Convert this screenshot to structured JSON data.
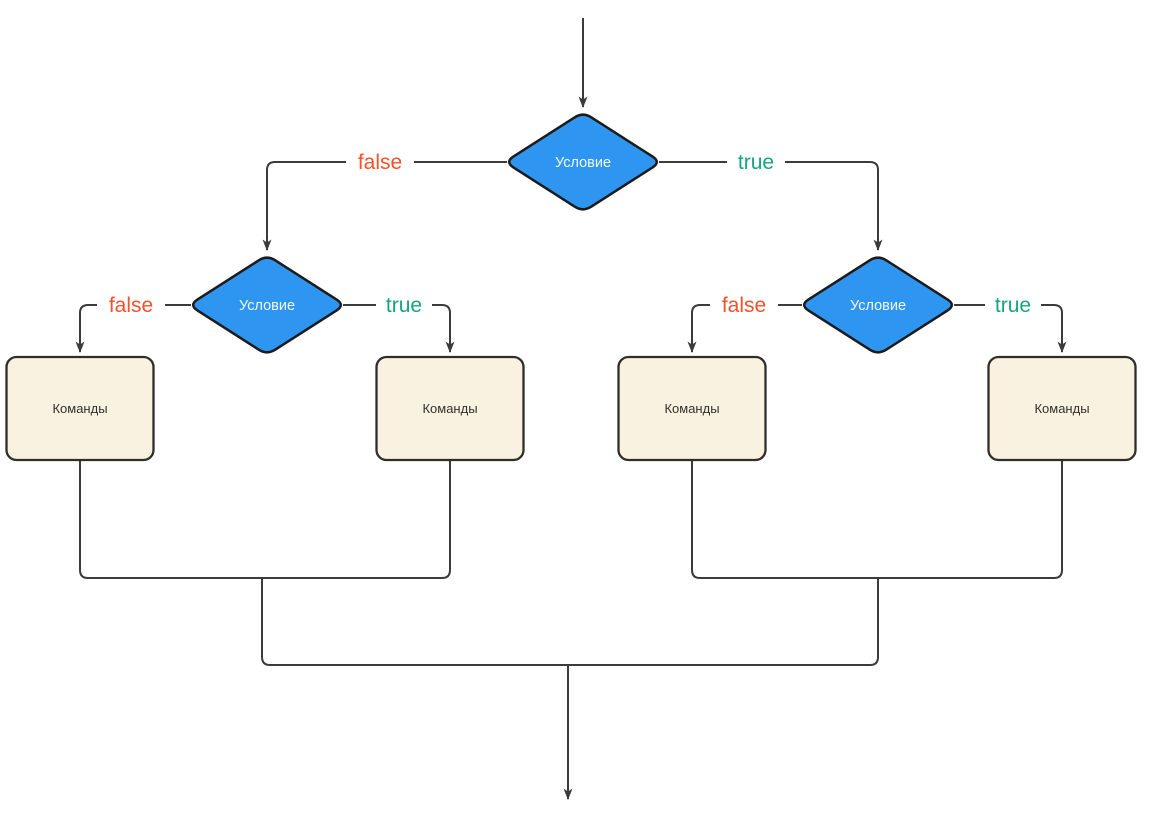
{
  "diagram": {
    "type": "flowchart",
    "language": "ru",
    "colors": {
      "canvas_bg": "#ffffff",
      "edge": "#3b3b3b",
      "decision_fill": "#2e96f0",
      "decision_border": "#1b1b1b",
      "decision_text": "#f4f9ff",
      "process_fill": "#f9f2e0",
      "process_border": "#2f2e29",
      "process_text": "#33312b",
      "false_label": "#f2512c",
      "true_label": "#15a57e"
    },
    "nodes": {
      "decision_top": {
        "label": "Условие",
        "shape": "diamond"
      },
      "decision_left": {
        "label": "Условие",
        "shape": "diamond"
      },
      "decision_right": {
        "label": "Условие",
        "shape": "diamond"
      },
      "process_1": {
        "label": "Команды",
        "shape": "rounded-rect"
      },
      "process_2": {
        "label": "Команды",
        "shape": "rounded-rect"
      },
      "process_3": {
        "label": "Команды",
        "shape": "rounded-rect"
      },
      "process_4": {
        "label": "Команды",
        "shape": "rounded-rect"
      }
    },
    "edge_labels": {
      "top_false": "false",
      "top_true": "true",
      "left_false": "false",
      "left_true": "true",
      "right_false": "false",
      "right_true": "true"
    }
  }
}
